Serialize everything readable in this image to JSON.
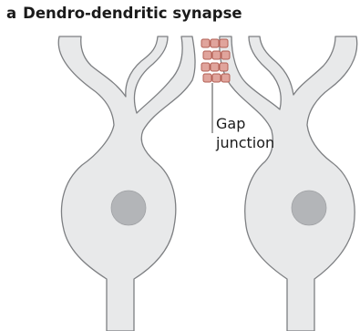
{
  "title": {
    "panel_letter": "a",
    "text": "Dendro-dendritic synapse"
  },
  "annotation": {
    "line1": "Gap",
    "line2": "junction"
  },
  "colors": {
    "cell_fill": "#e8e9ea",
    "cell_outline": "#7d7f82",
    "nucleus": "#b3b5b8",
    "junction_fill": "#e0a49c",
    "junction_outline": "#b25f54",
    "label_text": "#1a1a1a"
  }
}
